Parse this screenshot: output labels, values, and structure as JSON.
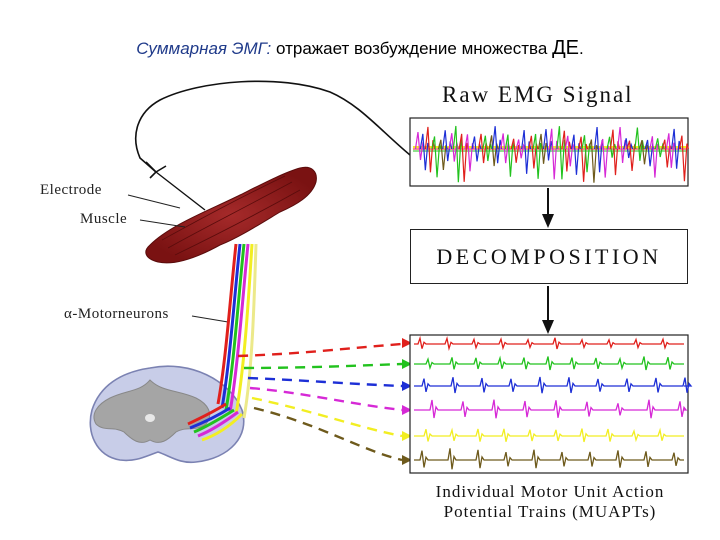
{
  "header": {
    "lead": "Суммарная ЭМГ:",
    "text": "отражает возбуждение множества",
    "abbr": "ДЕ",
    "end": "."
  },
  "labels": {
    "electrode": "Electrode",
    "muscle": "Muscle",
    "motoneurons": "α-Motorneurons"
  },
  "raw_title": "Raw EMG Signal",
  "decomposition": "DECOMPOSITION",
  "muap_title_line1": "Individual Motor Unit Action",
  "muap_title_line2": "Potential Trains (MUAPTs)",
  "colors": {
    "muscle": "#8b1a1a",
    "red": "#e0201c",
    "green": "#22c21e",
    "blue": "#1d2fd6",
    "magenta": "#d629d6",
    "yellow": "#f2ee22",
    "olive": "#6e5a1c",
    "spinal_outer": "#c8cde8",
    "spinal_inner": "#a5a5a5"
  }
}
